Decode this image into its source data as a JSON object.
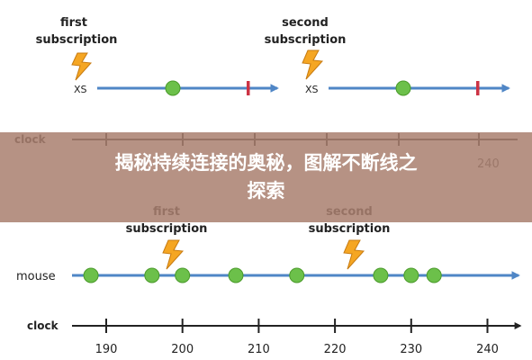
{
  "colors": {
    "arrow": "#4f86c6",
    "event_green": "#6cc04a",
    "unsubscribe_red": "#cc3344",
    "axis": "#222222",
    "banner_bg": "#a98070"
  },
  "top": {
    "first": {
      "label_line1": "first",
      "label_line2": "subscription",
      "stream_label": "XS",
      "icon": "lightning-bolt-icon"
    },
    "second": {
      "label_line1": "second",
      "label_line2": "subscription",
      "stream_label": "XS",
      "icon": "lightning-bolt-icon"
    },
    "clock_label": "clock",
    "clock_tick_fragment": "240"
  },
  "bottom": {
    "first_label_line1": "first",
    "first_label_line2": "subscription",
    "second_label_line1": "second",
    "second_label_line2": "subscription",
    "mouse_label": "mouse",
    "clock_label": "clock",
    "mouse_events_clock": [
      188,
      196,
      200,
      207,
      215,
      226,
      230,
      233
    ],
    "ticks": [
      190,
      200,
      210,
      220,
      230,
      240
    ]
  },
  "banner": {
    "line1": "揭秘持续连接的奥秘，图解不断线之",
    "line2": "探索"
  }
}
